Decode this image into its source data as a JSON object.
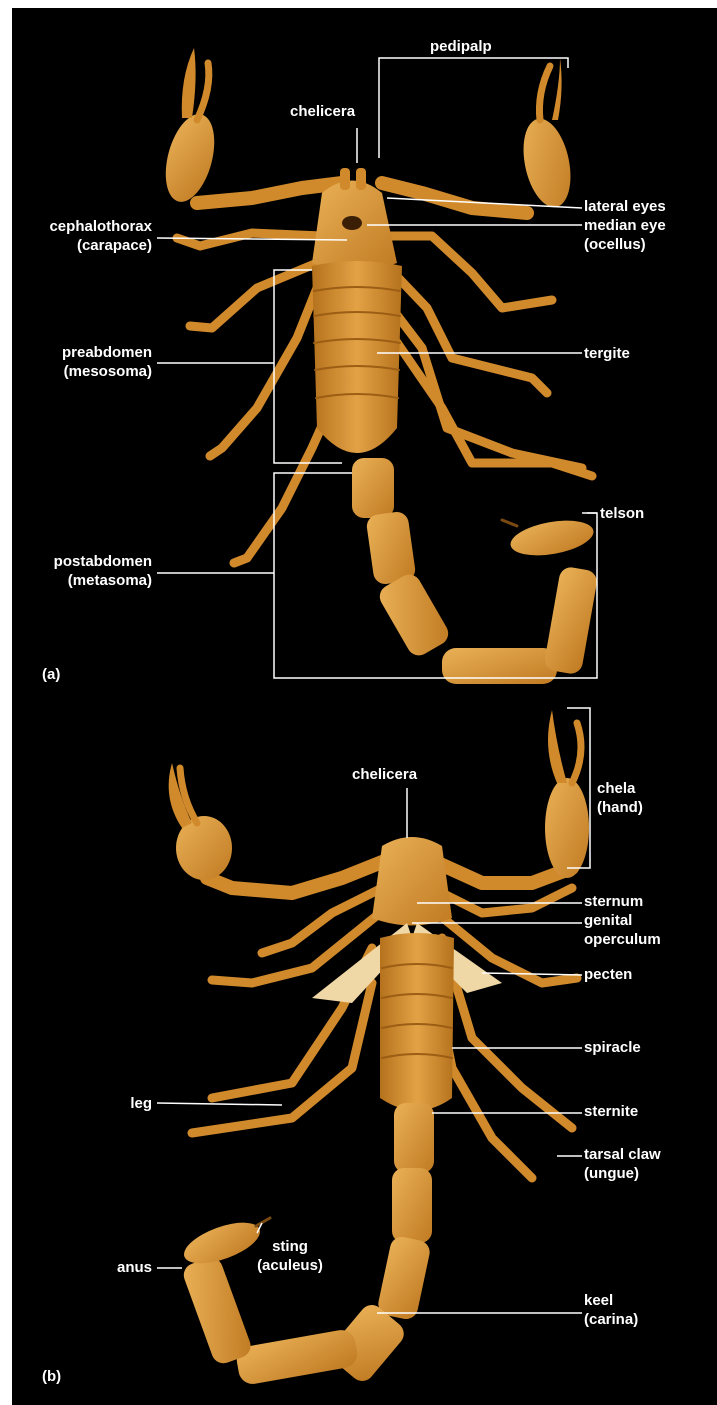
{
  "colors": {
    "background": "#000000",
    "body": "#d9922f",
    "body_dark": "#b5721d",
    "body_light": "#ecb458",
    "pecten": "#f0d7a6",
    "leader": "#ffffff"
  },
  "panel_a": {
    "tag": "(a)",
    "labels": {
      "pedipalp": "pedipalp",
      "chelicera": "chelicera",
      "lateral_eyes": "lateral eyes",
      "median_eye": "median eye",
      "ocellus": "(ocellus)",
      "cephalothorax": "cephalothorax",
      "carapace": "(carapace)",
      "preabdomen": "preabdomen",
      "mesosoma": "(mesosoma)",
      "tergite": "tergite",
      "telson": "telson",
      "postabdomen": "postabdomen",
      "metasoma": "(metasoma)"
    }
  },
  "panel_b": {
    "tag": "(b)",
    "labels": {
      "chelicera": "chelicera",
      "chela": "chela",
      "hand": "(hand)",
      "sternum": "sternum",
      "genital": "genital",
      "operculum": "operculum",
      "pecten": "pecten",
      "spiracle": "spiracle",
      "leg": "leg",
      "sternite": "sternite",
      "tarsal_claw": "tarsal claw",
      "ungue": "(ungue)",
      "anus": "anus",
      "sting": "sting",
      "aculeus": "(aculeus)",
      "keel": "keel",
      "carina": "(carina)"
    }
  }
}
